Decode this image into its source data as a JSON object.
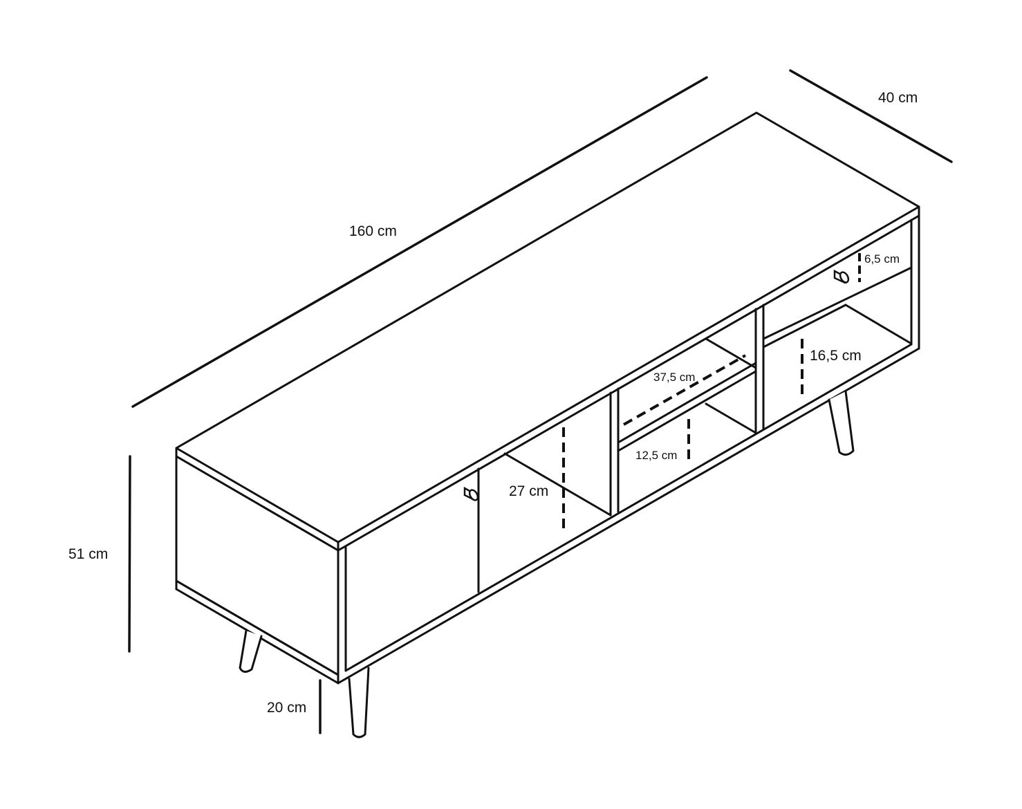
{
  "diagram": {
    "dimensions": {
      "length": "160 cm",
      "depth": "40 cm",
      "height": "51 cm",
      "leg_height": "20 cm",
      "cabinet_inner_height": "27 cm",
      "shelf_depth": "37,5 cm",
      "middle_lower_height": "12,5 cm",
      "drawer_height": "6,5 cm",
      "right_lower_height": "16,5 cm"
    },
    "colors": {
      "stroke": "#111111",
      "background": "#ffffff"
    }
  }
}
